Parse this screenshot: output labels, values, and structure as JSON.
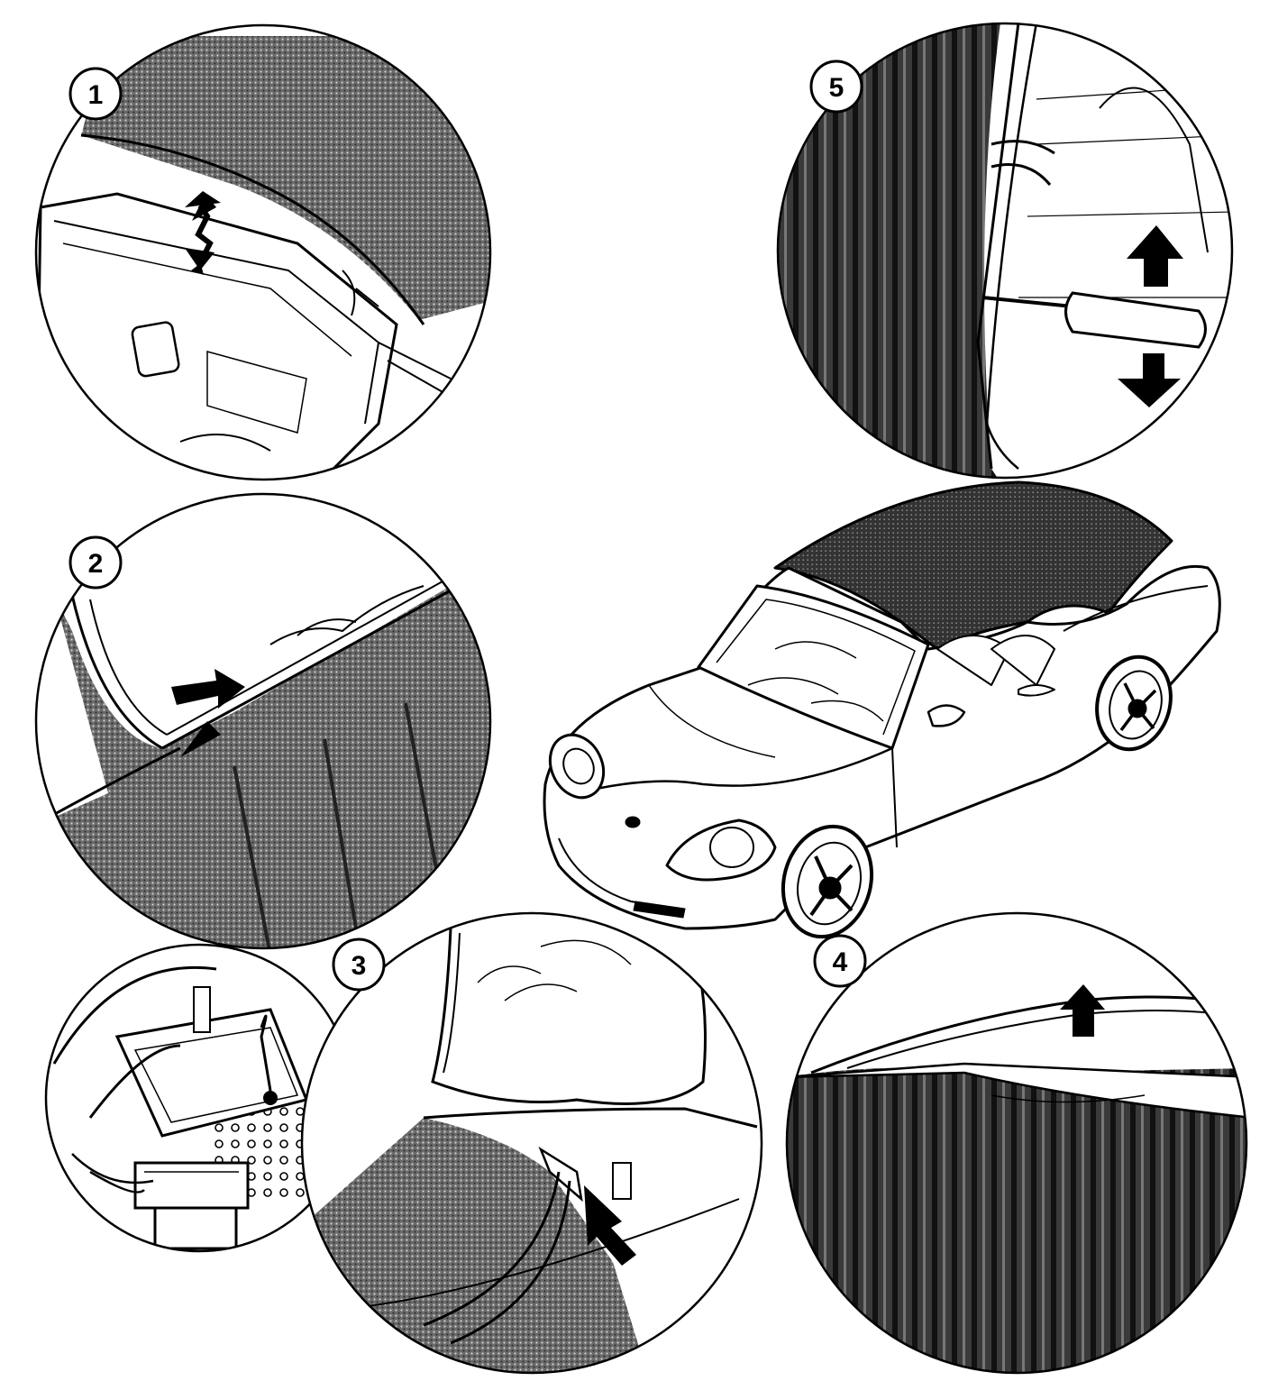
{
  "figure": {
    "callouts": [
      {
        "id": "1",
        "label": "1",
        "subject": "headlight-unit"
      },
      {
        "id": "2",
        "label": "2",
        "subject": "trunk-seal"
      },
      {
        "id": "3",
        "label": "3",
        "subject": "engine-compartment-jump-start"
      },
      {
        "id": "4",
        "label": "4",
        "subject": "door-edge"
      },
      {
        "id": "5",
        "label": "5",
        "subject": "door-window-adjust"
      }
    ],
    "colors": {
      "ink": "#000000",
      "paper": "#ffffff",
      "shade": "#555555",
      "dark": "#222222"
    }
  }
}
